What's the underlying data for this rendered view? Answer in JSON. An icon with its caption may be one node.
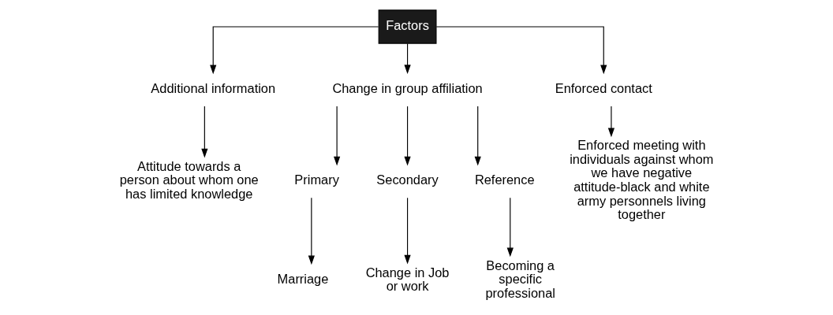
{
  "diagram": {
    "nodes": [
      {
        "text": [
          "Factors"
        ]
      },
      {
        "text": [
          "Additional information"
        ]
      },
      {
        "text": [
          "Change in group affiliation"
        ]
      },
      {
        "text": [
          "Enforced contact"
        ]
      },
      {
        "text": [
          "Attitude towards a person about whom one has limited knowledge"
        ]
      },
      {
        "text": [
          "Primary"
        ]
      },
      {
        "text": [
          "Secondary"
        ]
      },
      {
        "text": [
          "Reference"
        ]
      },
      {
        "text": [
          "Marriage"
        ]
      },
      {
        "text": [
          "Change in Job or work"
        ]
      },
      {
        "text": [
          "Becoming a specific professional"
        ]
      },
      {
        "text": [
          "Enforced meeting with individuals against whom we have negative attitude-black and white army personnels living together"
        ]
      }
    ],
    "edges": [
      {
        "from": 0,
        "to": 1,
        "arrow": "to"
      },
      {
        "from": 0,
        "to": 2,
        "arrow": "to"
      },
      {
        "from": 0,
        "to": 3,
        "arrow": "to"
      },
      {
        "from": 1,
        "to": 4,
        "arrow": "to"
      },
      {
        "from": 2,
        "to": 5,
        "arrow": "to"
      },
      {
        "from": 2,
        "to": 6,
        "arrow": "to"
      },
      {
        "from": 2,
        "to": 7,
        "arrow": "to"
      },
      {
        "from": 5,
        "to": 8,
        "arrow": "to"
      },
      {
        "from": 6,
        "to": 9,
        "arrow": "to"
      },
      {
        "from": 7,
        "to": 10,
        "arrow": "to"
      },
      {
        "from": 3,
        "to": 11,
        "arrow": "to"
      }
    ]
  }
}
